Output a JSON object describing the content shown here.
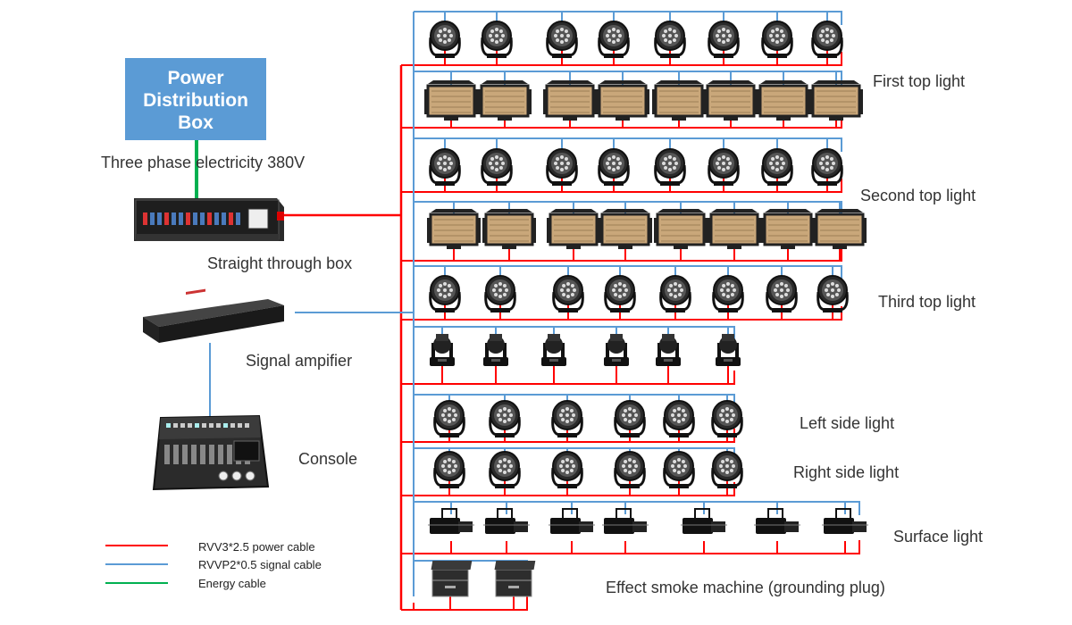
{
  "power_box": {
    "line1": "Power",
    "line2": "Distribution",
    "line3": "Box"
  },
  "equipment": {
    "three_phase": "Three phase electricity 380V",
    "straight_box": "Straight through box",
    "signal_amp": "Signal ampifier",
    "console": "Console"
  },
  "groups": {
    "first_top": "First top light",
    "second_top": "Second top light",
    "third_top": "Third top light",
    "left_side": "Left side light",
    "right_side": "Right side light",
    "surface": "Surface light",
    "smoke": "Effect smoke  machine (grounding plug)"
  },
  "legend": [
    {
      "label": "RVV3*2.5 power cable",
      "color": "#ff0000"
    },
    {
      "label": "RVVP2*0.5 signal cable",
      "color": "#5b9bd5"
    },
    {
      "label": "Energy cable",
      "color": "#00b050"
    }
  ],
  "colors": {
    "power": "#ff0000",
    "signal": "#5b9bd5",
    "energy": "#00b050",
    "box": "#5b9bd5"
  }
}
